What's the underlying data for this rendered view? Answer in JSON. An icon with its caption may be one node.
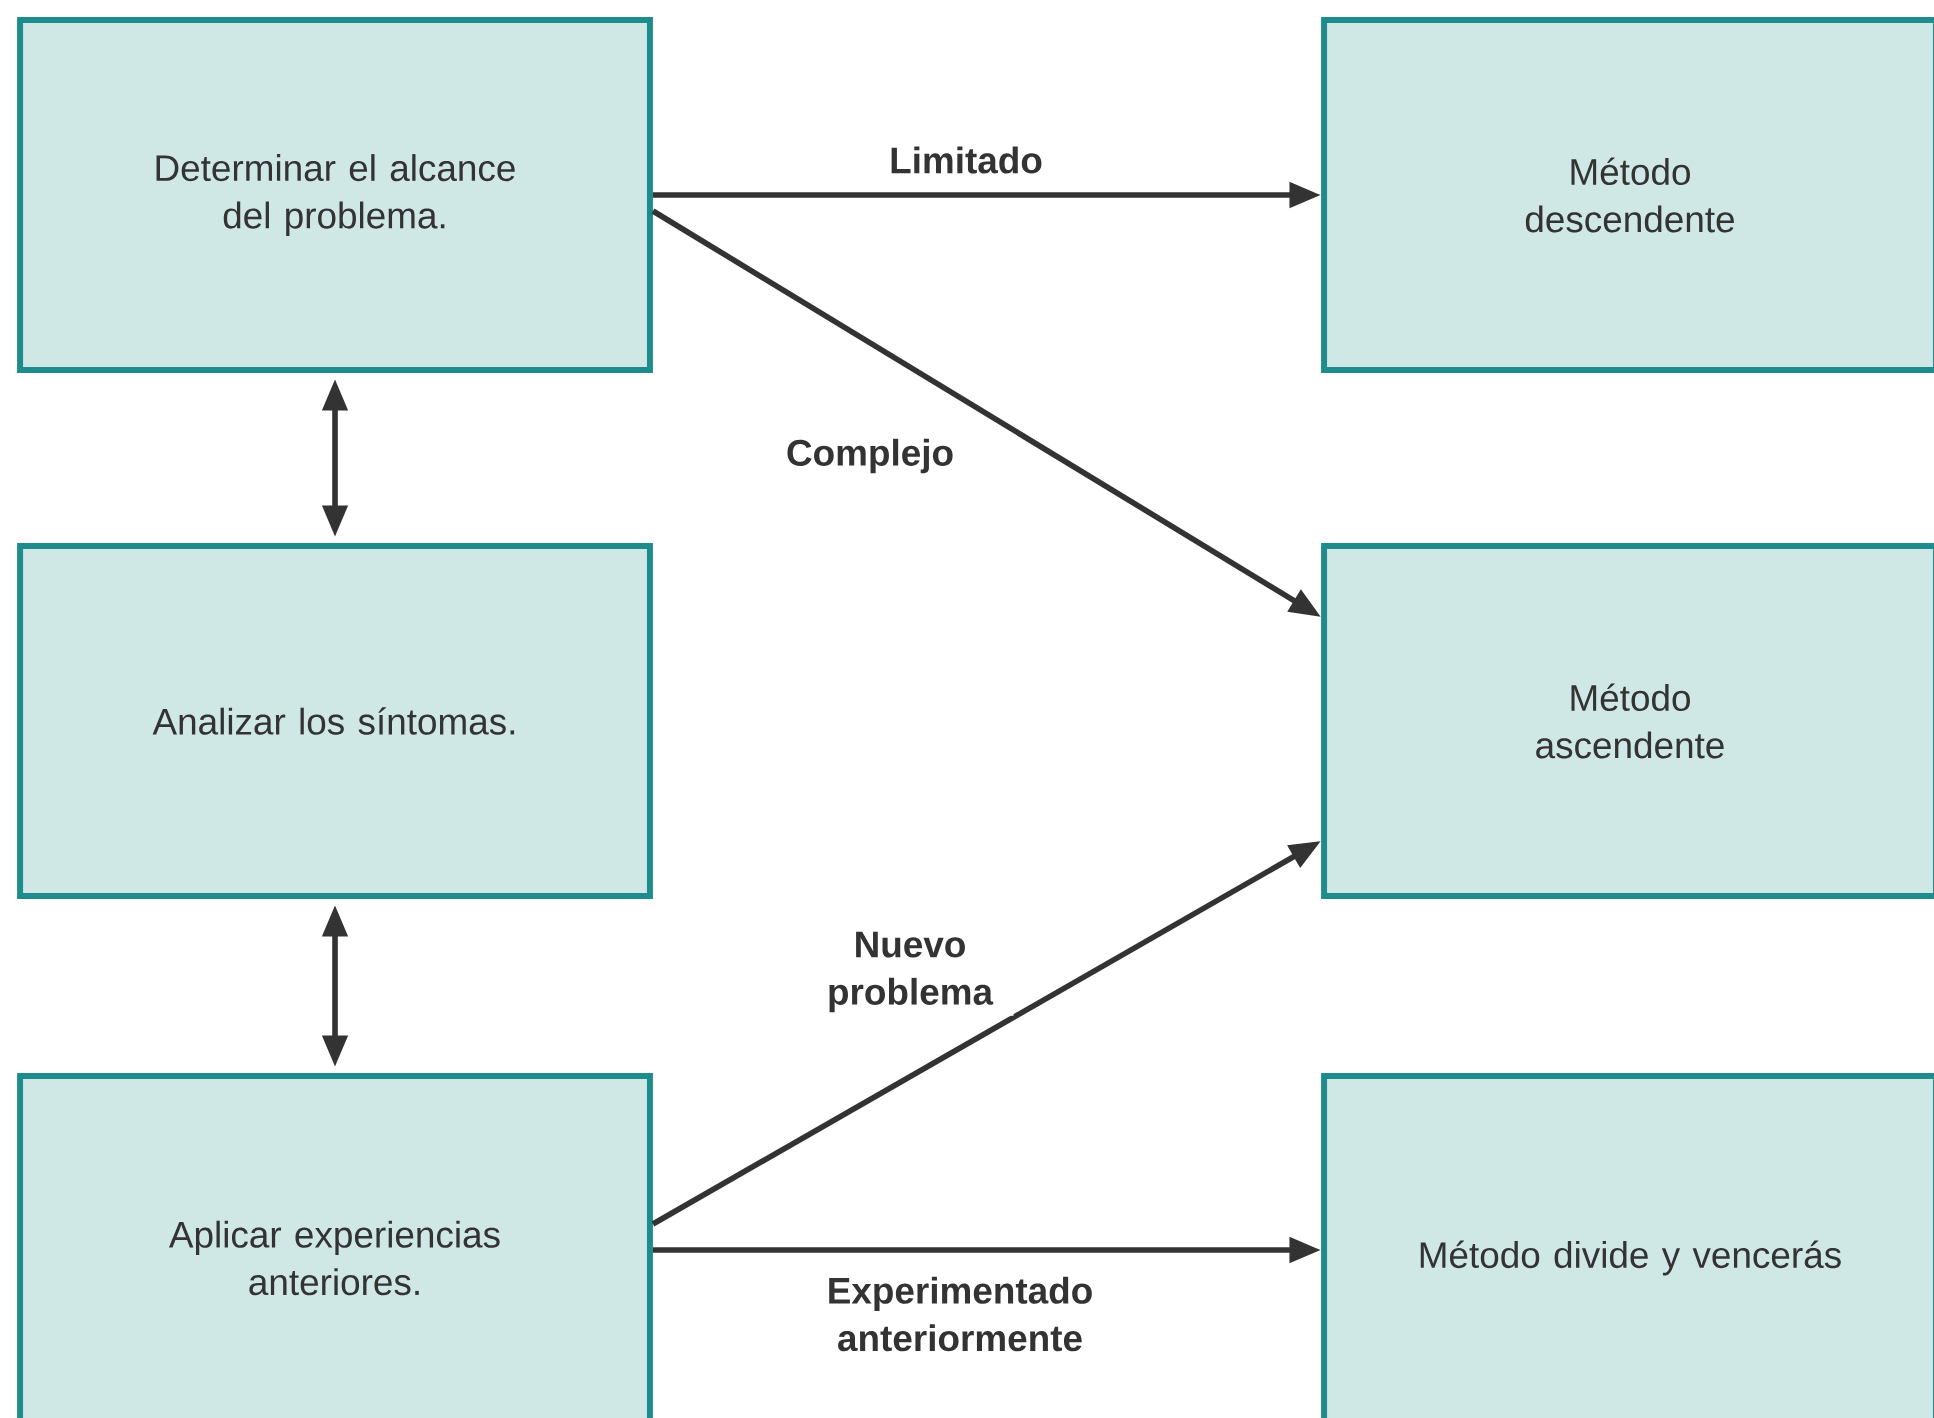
{
  "diagram": {
    "nodes": [
      {
        "text": [
          "Determinar el alcance del problema."
        ]
      },
      {
        "text": [
          "Analizar los síntomas."
        ]
      },
      {
        "text": [
          "Aplicar experiencias anteriores."
        ]
      },
      {
        "text": [
          "Método descendente"
        ]
      },
      {
        "text": [
          "Método ascendente"
        ]
      },
      {
        "text": [
          "Método divide y vencerás"
        ]
      }
    ],
    "edges": [
      {
        "from": 0,
        "to": 3,
        "arrow": "to",
        "label": "Limitado"
      },
      {
        "from": 0,
        "to": 4,
        "arrow": "to",
        "label": "Complejo"
      },
      {
        "from": 0,
        "to": 1,
        "arrow": "both"
      },
      {
        "from": 1,
        "to": 2,
        "arrow": "both"
      },
      {
        "from": 2,
        "to": 4,
        "arrow": "to",
        "label": "Nuevo problema"
      },
      {
        "from": 2,
        "to": 5,
        "arrow": "to",
        "label": "Experimentado anteriormente"
      }
    ]
  }
}
